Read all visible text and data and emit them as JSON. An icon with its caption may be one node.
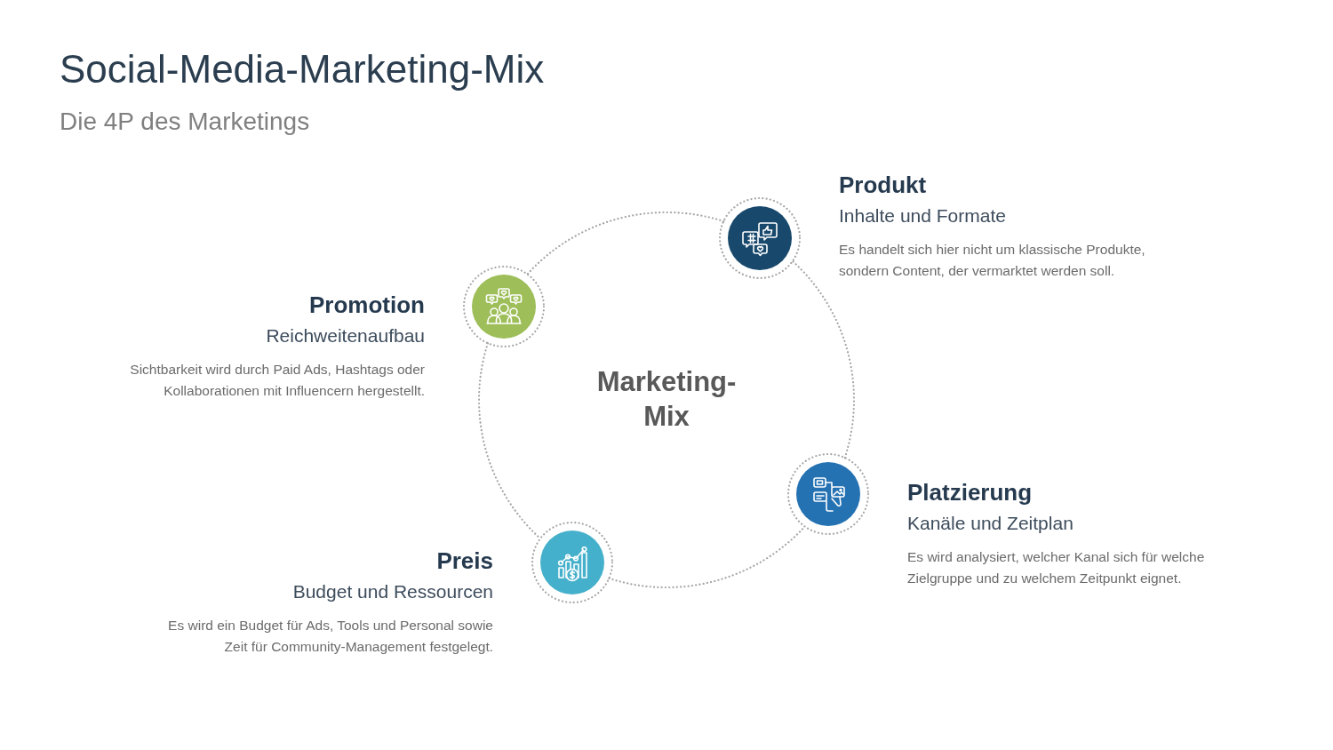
{
  "diagram": {
    "title": "Social-Media-Marketing-Mix",
    "nodes": [
      {
        "text": [],
        "shape": "circle",
        "beside": [
          "Produkt",
          "Inhalte und Formate",
          "Es handelt sich hier nicht um klassische Produkte, sondern Content, der vermarktet werden soll."
        ]
      },
      {
        "text": [],
        "shape": "circle",
        "beside": [
          "Promotion",
          "Reichweitenaufbau",
          "Sichtbarkeit wird durch Paid Ads, Hashtags oder Kollaborationen mit Influencern hergestellt."
        ]
      },
      {
        "text": [],
        "shape": "circle",
        "beside": [
          "Platzierung",
          "Kanäle und Zeitplan",
          "Es wird analysiert, welcher Kanal sich für welche Zielgruppe und zu welchem Zeitpunkt eignet."
        ]
      },
      {
        "text": [],
        "shape": "circle",
        "beside": [
          "Preis",
          "Budget und Ressourcen",
          "Es wird ein Budget für Ads, Tools und Personal sowie Zeit für Community-Management festgelegt."
        ]
      }
    ],
    "edges": [
      {
        "from": 0,
        "to": 1,
        "arrow": "none"
      },
      {
        "from": 1,
        "to": 3,
        "arrow": "none"
      },
      {
        "from": 3,
        "to": 2,
        "arrow": "none"
      },
      {
        "from": 2,
        "to": 0,
        "arrow": "none"
      }
    ],
    "labels": [
      "Die 4P des Marketings",
      "Marketing-Mix"
    ]
  }
}
